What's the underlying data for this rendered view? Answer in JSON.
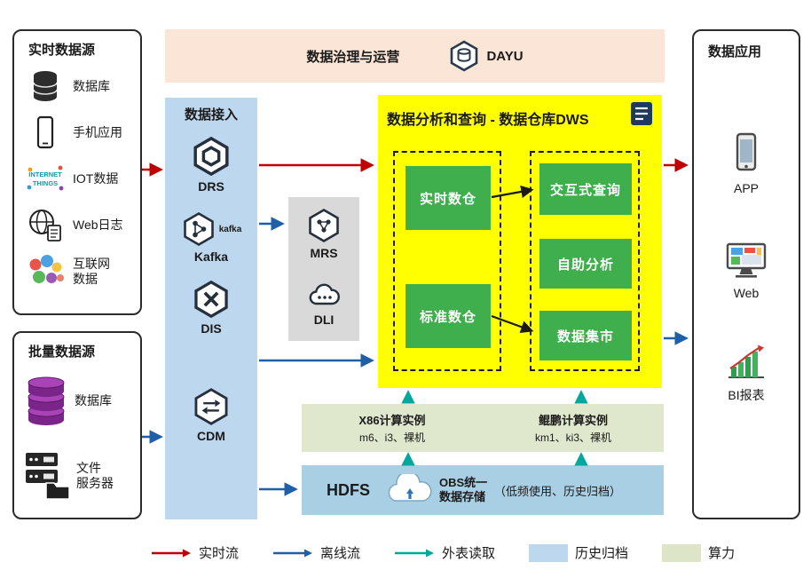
{
  "banner": {
    "title": "数据治理与运营",
    "logo_label": "DAYU"
  },
  "realtime_sources": {
    "title": "实时数据源",
    "items": [
      {
        "label": "数据库",
        "icon": "database-icon"
      },
      {
        "label": "手机应用",
        "icon": "mobile-app-icon"
      },
      {
        "label": "IOT数据",
        "icon": "iot-icon",
        "icon_text_line1": "INTERNET",
        "icon_text_line2": "THINGS"
      },
      {
        "label": "Web日志",
        "icon": "web-log-icon"
      },
      {
        "label": "互联网\n数据",
        "icon": "internet-data-icon"
      }
    ]
  },
  "batch_sources": {
    "title": "批量数据源",
    "items": [
      {
        "label": "数据库",
        "icon": "database-purple-icon"
      },
      {
        "label": "文件\n服务器",
        "icon": "file-server-icon"
      }
    ]
  },
  "ingestion": {
    "title": "数据接入",
    "items": [
      {
        "label": "DRS"
      },
      {
        "label": "Kafka",
        "icon_text": "kafka"
      },
      {
        "label": "DIS"
      },
      {
        "label": "CDM"
      }
    ]
  },
  "middleware": {
    "items": [
      {
        "label": "MRS"
      },
      {
        "label": "DLI"
      }
    ]
  },
  "dws": {
    "title": "数据分析和查询 - 数据仓库DWS",
    "left_group": [
      "实时数仓",
      "标准数仓"
    ],
    "right_group": [
      "交互式查询",
      "自助分析",
      "数据集市"
    ]
  },
  "compute": {
    "x86": {
      "title": "X86计算实例",
      "subtitle": "m6、i3、裸机"
    },
    "kunpeng": {
      "title": "鲲鹏计算实例",
      "subtitle": "km1、ki3、裸机"
    }
  },
  "storage": {
    "hdfs_label": "HDFS",
    "obs_title": "OBS统一\n数据存储",
    "obs_note": "（低频使用、历史归档）"
  },
  "applications": {
    "title": "数据应用",
    "items": [
      {
        "label": "APP",
        "icon": "app-phone-icon"
      },
      {
        "label": "Web",
        "icon": "web-monitor-icon"
      },
      {
        "label": "BI报表",
        "icon": "bi-report-icon"
      }
    ]
  },
  "legend": {
    "items": [
      {
        "label": "实时流",
        "color": "#c00000",
        "kind": "arrow"
      },
      {
        "label": "离线流",
        "color": "#1f5fa8",
        "kind": "arrow"
      },
      {
        "label": "外表读取",
        "color": "#00a79d",
        "kind": "arrow"
      },
      {
        "label": "历史归档",
        "color": "#bdd7ee",
        "kind": "swatch"
      },
      {
        "label": "算力",
        "color": "#dde5c9",
        "kind": "swatch"
      }
    ]
  },
  "colors": {
    "realtime_flow": "#c00000",
    "offline_flow": "#1f5fa8",
    "external_read": "#00a79d",
    "ingestion_bg": "#bdd7ee",
    "middleware_bg": "#d9d9d9",
    "dws_bg": "#ffff00",
    "warehouse_green": "#3fae4c",
    "banner_bg": "#fbe5d6",
    "compute_bg": "#dfe8cd",
    "storage_bg": "#a9cfe5"
  }
}
